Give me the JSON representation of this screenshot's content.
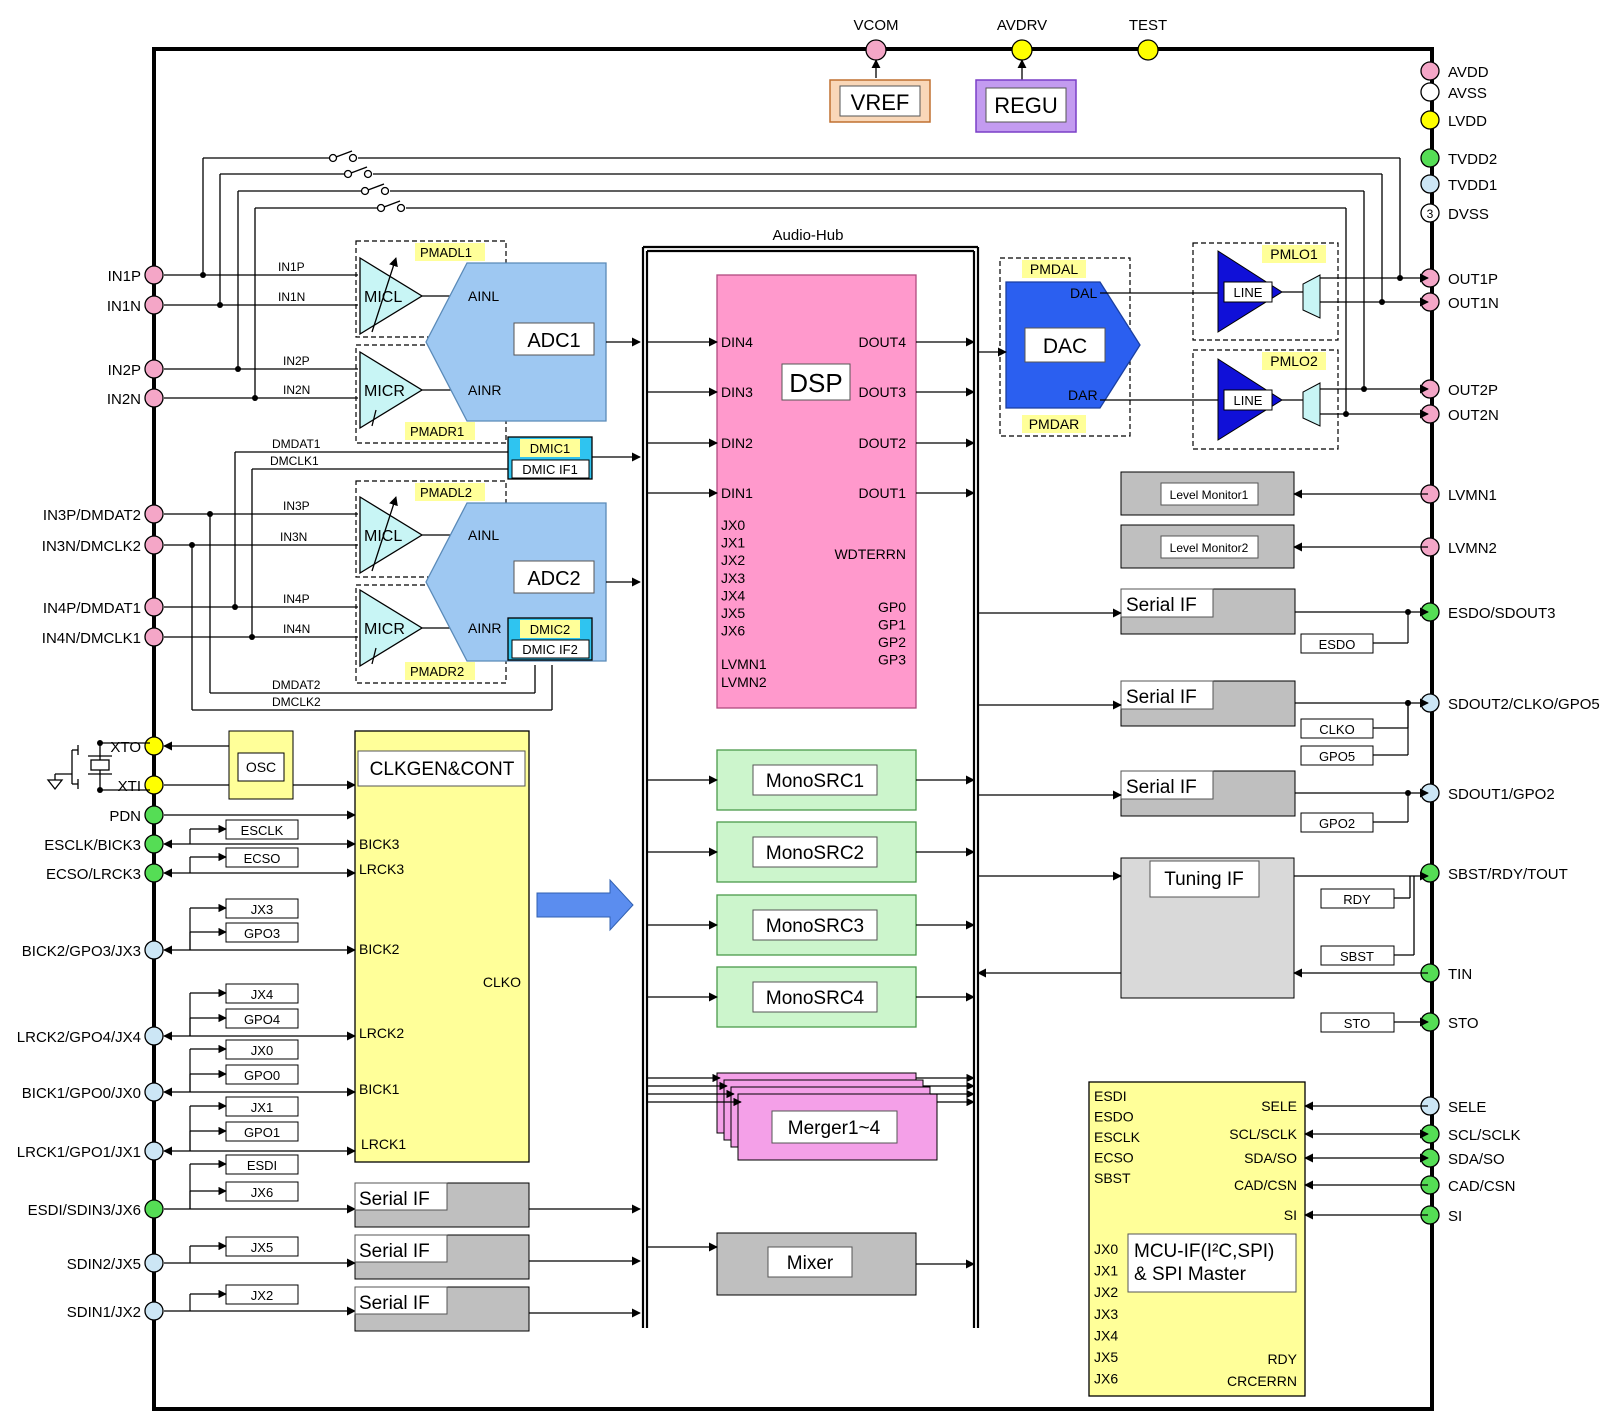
{
  "top_pins": [
    {
      "label": "VCOM",
      "color": "#f4a6c7"
    },
    {
      "label": "AVDRV",
      "color": "#ffff00"
    },
    {
      "label": "TEST",
      "color": "#ffff00"
    }
  ],
  "right_supply_pins": [
    {
      "label": "AVDD",
      "color": "#f4a6c7"
    },
    {
      "label": "AVSS",
      "color": "#ffffff"
    },
    {
      "label": "LVDD",
      "color": "#ffff00"
    },
    {
      "label": "TVDD2",
      "color": "#55dd55"
    },
    {
      "label": "TVDD1",
      "color": "#cce6f5"
    },
    {
      "label": "DVSS",
      "color": "#ffffff",
      "badge": "3"
    }
  ],
  "right_pins": [
    {
      "label": "OUT1P",
      "color": "#f4a6c7"
    },
    {
      "label": "OUT1N",
      "color": "#f4a6c7"
    },
    {
      "label": "OUT2P",
      "color": "#f4a6c7"
    },
    {
      "label": "OUT2N",
      "color": "#f4a6c7"
    },
    {
      "label": "LVMN1",
      "color": "#f4a6c7"
    },
    {
      "label": "LVMN2",
      "color": "#f4a6c7"
    },
    {
      "label": "ESDO/SDOUT3",
      "color": "#55dd55"
    },
    {
      "label": "SDOUT2/CLKO/GPO5",
      "color": "#cce6f5"
    },
    {
      "label": "SDOUT1/GPO2",
      "color": "#cce6f5"
    },
    {
      "label": "SBST/RDY/TOUT",
      "color": "#55dd55"
    },
    {
      "label": "TIN",
      "color": "#55dd55"
    },
    {
      "label": "STO",
      "color": "#55dd55"
    },
    {
      "label": "SELE",
      "color": "#cce6f5"
    },
    {
      "label": "SCL/SCLK",
      "color": "#55dd55"
    },
    {
      "label": "SDA/SO",
      "color": "#55dd55"
    },
    {
      "label": "CAD/CSN",
      "color": "#55dd55"
    },
    {
      "label": "SI",
      "color": "#55dd55"
    }
  ],
  "left_pins": [
    {
      "label": "IN1P",
      "color": "#f4a6c7"
    },
    {
      "label": "IN1N",
      "color": "#f4a6c7"
    },
    {
      "label": "IN2P",
      "color": "#f4a6c7"
    },
    {
      "label": "IN2N",
      "color": "#f4a6c7"
    },
    {
      "label": "IN3P/DMDAT2",
      "color": "#f4a6c7"
    },
    {
      "label": "IN3N/DMCLK2",
      "color": "#f4a6c7"
    },
    {
      "label": "IN4P/DMDAT1",
      "color": "#f4a6c7"
    },
    {
      "label": "IN4N/DMCLK1",
      "color": "#f4a6c7"
    },
    {
      "label": "XTO",
      "color": "#ffff00"
    },
    {
      "label": "XTI",
      "color": "#ffff00"
    },
    {
      "label": "PDN",
      "color": "#55dd55"
    },
    {
      "label": "ESCLK/BICK3",
      "color": "#55dd55"
    },
    {
      "label": "ECSO/LRCK3",
      "color": "#55dd55"
    },
    {
      "label": "BICK2/GPO3/JX3",
      "color": "#cce6f5"
    },
    {
      "label": "LRCK2/GPO4/JX4",
      "color": "#cce6f5"
    },
    {
      "label": "BICK1/GPO0/JX0",
      "color": "#cce6f5"
    },
    {
      "label": "LRCK1/GPO1/JX1",
      "color": "#cce6f5"
    },
    {
      "label": "ESDI/SDIN3/JX6",
      "color": "#55dd55"
    },
    {
      "label": "SDIN2/JX5",
      "color": "#cce6f5"
    },
    {
      "label": "SDIN1/JX2",
      "color": "#cce6f5"
    }
  ],
  "vref": {
    "label": "VREF"
  },
  "regu": {
    "label": "REGU"
  },
  "front_end": {
    "pmadl1": "PMADL1",
    "pmadr1": "PMADR1",
    "pmadl2": "PMADL2",
    "pmadr2": "PMADR2",
    "micl": "MICL",
    "micr": "MICR",
    "ainl": "AINL",
    "ainr": "AINR",
    "adc1": "ADC1",
    "adc2": "ADC2",
    "in1p": "IN1P",
    "in1n": "IN1N",
    "in2p": "IN2P",
    "in2n": "IN2N",
    "in3p": "IN3P",
    "in3n": "IN3N",
    "in4p": "IN4P",
    "in4n": "IN4N",
    "dmdat1": "DMDAT1",
    "dmclk1": "DMCLK1",
    "dmdat2": "DMDAT2",
    "dmclk2": "DMCLK2",
    "dmic1": "DMIC1",
    "dmic_if1": "DMIC IF1",
    "dmic2": "DMIC2",
    "dmic_if2": "DMIC IF2"
  },
  "audio_hub": {
    "label": "Audio-Hub"
  },
  "dsp": {
    "label": "DSP",
    "inputs": [
      "DIN4",
      "DIN3",
      "DIN2",
      "DIN1"
    ],
    "outputs": [
      "DOUT4",
      "DOUT3",
      "DOUT2",
      "DOUT1"
    ],
    "jx": [
      "JX0",
      "JX1",
      "JX2",
      "JX3",
      "JX4",
      "JX5",
      "JX6"
    ],
    "wdterrn": "WDTERRN",
    "gp": [
      "GP0",
      "GP1",
      "GP2",
      "GP3"
    ],
    "lvmn": [
      "LVMN1",
      "LVMN2"
    ]
  },
  "dac": {
    "label": "DAC",
    "pmdal": "PMDAL",
    "pmdar": "PMDAR",
    "dal": "DAL",
    "dar": "DAR"
  },
  "line_out": {
    "pmlo1": "PMLO1",
    "pmlo2": "PMLO2",
    "line": "LINE"
  },
  "level_monitors": [
    "Level  Monitor1",
    "Level  Monitor2"
  ],
  "serial_if_label": "Serial IF",
  "esdo": "ESDO",
  "clko": "CLKO",
  "gpo5": "GPO5",
  "gpo2": "GPO2",
  "tuning_if": {
    "label": "Tuning  IF",
    "rdy": "RDY",
    "sbst": "SBST",
    "sto": "STO"
  },
  "osc": {
    "label": "OSC"
  },
  "clkgen": {
    "label": "CLKGEN&CONT",
    "bick3": "BICK3",
    "lrck3": "LRCK3",
    "bick2": "BICK2",
    "clko": "CLKO",
    "lrck2": "LRCK2",
    "bick1": "BICK1",
    "lrck1": "LRCK1"
  },
  "left_small": {
    "esclk": "ESCLK",
    "ecso": "ECSO",
    "jx3": "JX3",
    "gpo3": "GPO3",
    "jx4": "JX4",
    "gpo4": "GPO4",
    "jx0": "JX0",
    "gpo0": "GPO0",
    "jx1": "JX1",
    "gpo1": "GPO1",
    "esdi": "ESDI",
    "jx6": "JX6",
    "jx5": "JX5",
    "jx2": "JX2"
  },
  "monosrc": [
    "MonoSRC1",
    "MonoSRC2",
    "MonoSRC3",
    "MonoSRC4"
  ],
  "merger": {
    "label": "Merger1~4"
  },
  "mixer": {
    "label": "Mixer"
  },
  "mcu": {
    "left": [
      "ESDI",
      "ESDO",
      "ESCLK",
      "ECSO",
      "SBST"
    ],
    "right": [
      "SELE",
      "SCL/SCLK",
      "SDA/SO",
      "CAD/CSN",
      "SI"
    ],
    "title1": "MCU-IF(I²C,SPI)",
    "title2": "& SPI Master",
    "jx": [
      "JX0",
      "JX1",
      "JX2",
      "JX3",
      "JX4",
      "JX5",
      "JX6"
    ],
    "rdy": "RDY",
    "crcerrn": "CRCERRN"
  }
}
